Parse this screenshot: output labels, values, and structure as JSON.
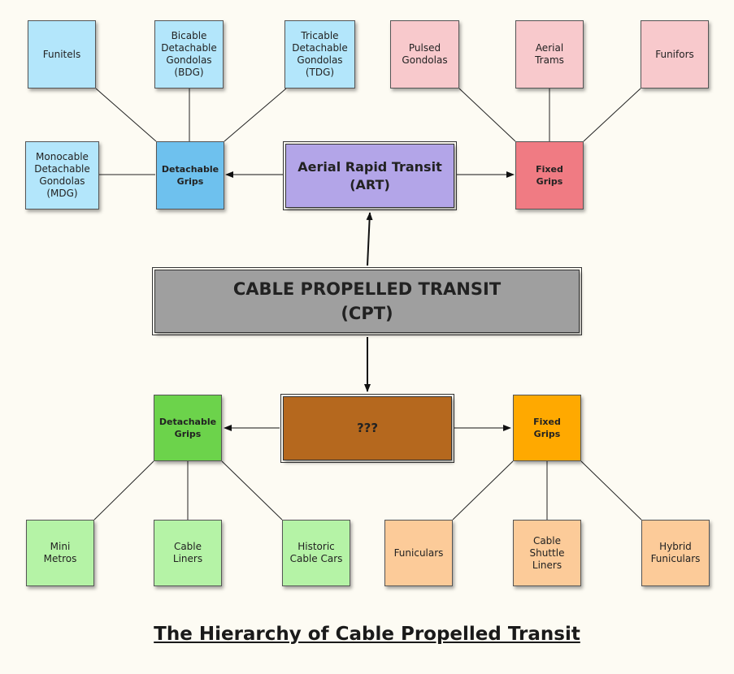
{
  "caption": "The Hierarchy of Cable Propelled Transit",
  "root": {
    "text": "CABLE PROPELLED TRANSIT\n(CPT)"
  },
  "art": {
    "text": "Aerial Rapid Transit\n(ART)"
  },
  "unknown": {
    "text": "???"
  },
  "art_detachable": {
    "text": "Detachable\nGrips"
  },
  "art_fixed": {
    "text": "Fixed\nGrips"
  },
  "ground_detachable": {
    "text": "Detachable\nGrips"
  },
  "ground_fixed": {
    "text": "Fixed\nGrips"
  },
  "leaves": {
    "funitels": "Funitels",
    "bdg": "Bicable\nDetachable\nGondolas\n(BDG)",
    "tdg": "Tricable\nDetachable\nGondolas\n(TDG)",
    "mdg": "Monocable\nDetachable\nGondolas\n(MDG)",
    "pulsed": "Pulsed\nGondolas",
    "aerial_trams": "Aerial\nTrams",
    "funifors": "Funifors",
    "mini_metros": "Mini\nMetros",
    "cable_liners": "Cable\nLiners",
    "historic": "Historic\nCable Cars",
    "funiculars": "Funiculars",
    "shuttle": "Cable\nShuttle\nLiners",
    "hybrid": "Hybrid\nFuniculars"
  },
  "colors": {
    "art_detachable_leaf": "#b3e6fb",
    "art_detachable": "#6ec1ee",
    "art_fixed_leaf": "#f8c9cc",
    "art_fixed": "#f07b83",
    "art": "#b3a5e8",
    "root": "#9f9f9f",
    "unknown": "#b5681e",
    "ground_detachable": "#6cd34b",
    "ground_detachable_leaf": "#b5f3a6",
    "ground_fixed": "#ffa900",
    "ground_fixed_leaf": "#fccb99"
  }
}
